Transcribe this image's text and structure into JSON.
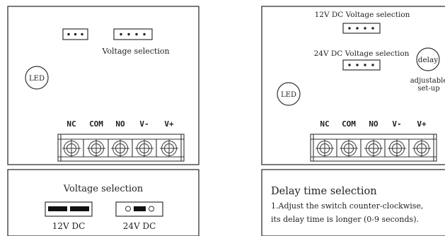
{
  "left_board": {
    "voltage_selection_label": "Voltage selection",
    "led_label": "LED",
    "terminals": [
      "NC",
      "COM",
      "NO",
      "V-",
      "V+"
    ]
  },
  "left_jumper_panel": {
    "title": "Voltage selection",
    "option_12v": "12V DC",
    "option_24v": "24V DC"
  },
  "right_board": {
    "label_12v": "12V DC Voltage selection",
    "label_24v": "24V DC Voltage selection",
    "delay_label": "delay",
    "adjustable_line1": "adjustable",
    "adjustable_line2": "set-up",
    "led_label": "LED",
    "terminals": [
      "NC",
      "COM",
      "NO",
      "V-",
      "V+"
    ]
  },
  "right_delay_panel": {
    "title": "Delay time selection",
    "line1": "1.Adjust the switch counter-clockwise,",
    "line2": "its delay time is longer (0-9 seconds)."
  }
}
